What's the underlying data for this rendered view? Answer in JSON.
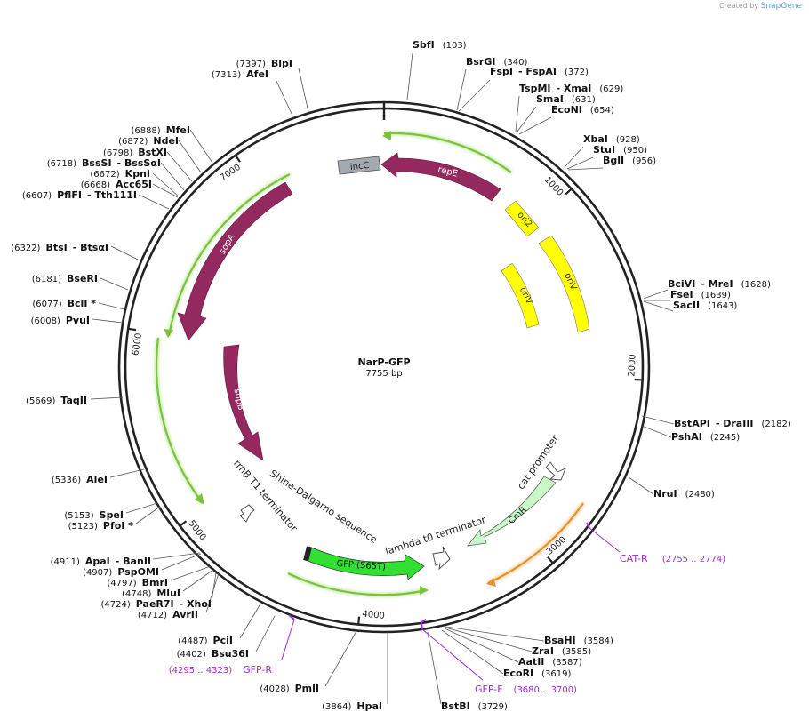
{
  "credit": {
    "prefix": "Created by",
    "brand": "SnapGene"
  },
  "plasmid": {
    "name": "NarP-GFP",
    "length_label": "7755 bp",
    "length_bp": 7755
  },
  "ticks": [
    {
      "label": "1000",
      "bp": 1000
    },
    {
      "label": "2000",
      "bp": 2000
    },
    {
      "label": "3000",
      "bp": 3000
    },
    {
      "label": "4000",
      "bp": 4000
    },
    {
      "label": "5000",
      "bp": 5000
    },
    {
      "label": "6000",
      "bp": 6000
    },
    {
      "label": "7000",
      "bp": 7000
    }
  ],
  "enzymes": [
    {
      "id": "sbfi",
      "parts": [
        {
          "t": "SbfI",
          "b": true
        },
        {
          "t": "(103)",
          "b": false
        }
      ]
    },
    {
      "id": "bsrgi",
      "parts": [
        {
          "t": "BsrGI",
          "b": true
        },
        {
          "t": "(340)",
          "b": false
        }
      ]
    },
    {
      "id": "fspi",
      "parts": [
        {
          "t": "FspI",
          "b": true
        },
        {
          "t": "- FspAI",
          "b": true
        },
        {
          "t": "(372)",
          "b": false
        }
      ]
    },
    {
      "id": "tspmi",
      "parts": [
        {
          "t": "TspMI",
          "b": true
        },
        {
          "t": "- XmaI",
          "b": true
        },
        {
          "t": "(629)",
          "b": false
        }
      ]
    },
    {
      "id": "smai",
      "parts": [
        {
          "t": "SmaI",
          "b": true
        },
        {
          "t": "(631)",
          "b": false
        }
      ]
    },
    {
      "id": "economi",
      "parts": [
        {
          "t": "EcoNI",
          "b": true
        },
        {
          "t": "(654)",
          "b": false
        }
      ]
    },
    {
      "id": "xbai",
      "parts": [
        {
          "t": "XbaI",
          "b": true
        },
        {
          "t": "(928)",
          "b": false
        }
      ]
    },
    {
      "id": "stui",
      "parts": [
        {
          "t": "StuI",
          "b": true
        },
        {
          "t": "(950)",
          "b": false
        }
      ]
    },
    {
      "id": "bgli",
      "parts": [
        {
          "t": "BglI",
          "b": true
        },
        {
          "t": "(956)",
          "b": false
        }
      ]
    },
    {
      "id": "bcivi",
      "parts": [
        {
          "t": "BciVI",
          "b": true
        },
        {
          "t": "- MreI",
          "b": true
        },
        {
          "t": "(1628)",
          "b": false
        }
      ]
    },
    {
      "id": "fsei",
      "parts": [
        {
          "t": "FseI",
          "b": true
        },
        {
          "t": "(1639)",
          "b": false
        }
      ]
    },
    {
      "id": "sacii",
      "parts": [
        {
          "t": "SacII",
          "b": true
        },
        {
          "t": "(1643)",
          "b": false
        }
      ]
    },
    {
      "id": "bstapi",
      "parts": [
        {
          "t": "BstAPI",
          "b": true
        },
        {
          "t": "- DraIII",
          "b": true
        },
        {
          "t": "(2182)",
          "b": false
        }
      ]
    },
    {
      "id": "pshai",
      "parts": [
        {
          "t": "PshAI",
          "b": true
        },
        {
          "t": "(2245)",
          "b": false
        }
      ]
    },
    {
      "id": "nrui",
      "parts": [
        {
          "t": "NruI",
          "b": true
        },
        {
          "t": "(2480)",
          "b": false
        }
      ]
    },
    {
      "id": "bsahi",
      "parts": [
        {
          "t": "BsaHI",
          "b": true
        },
        {
          "t": "(3584)",
          "b": false
        }
      ]
    },
    {
      "id": "zrai",
      "parts": [
        {
          "t": "ZraI",
          "b": true
        },
        {
          "t": "(3585)",
          "b": false
        }
      ]
    },
    {
      "id": "aatii",
      "parts": [
        {
          "t": "AatII",
          "b": true
        },
        {
          "t": "(3587)",
          "b": false
        }
      ]
    },
    {
      "id": "ecori",
      "parts": [
        {
          "t": "EcoRI",
          "b": true
        },
        {
          "t": "(3619)",
          "b": false
        }
      ]
    },
    {
      "id": "bstbi",
      "parts": [
        {
          "t": "BstBI",
          "b": true
        },
        {
          "t": "(3729)",
          "b": false
        }
      ]
    },
    {
      "id": "hpai",
      "parts": [
        {
          "t": "(3864)",
          "b": false
        },
        {
          "t": "HpaI",
          "b": true
        }
      ]
    },
    {
      "id": "pmli",
      "parts": [
        {
          "t": "(4028)",
          "b": false
        },
        {
          "t": "PmlI",
          "b": true
        }
      ]
    },
    {
      "id": "bsu36i",
      "parts": [
        {
          "t": "(4402)",
          "b": false
        },
        {
          "t": "Bsu36I",
          "b": true
        }
      ]
    },
    {
      "id": "pcii",
      "parts": [
        {
          "t": "(4487)",
          "b": false
        },
        {
          "t": "PciI",
          "b": true
        }
      ]
    },
    {
      "id": "avrii",
      "parts": [
        {
          "t": "(4712)",
          "b": false
        },
        {
          "t": "AvrII",
          "b": true
        }
      ]
    },
    {
      "id": "paer7i",
      "parts": [
        {
          "t": "(4724)",
          "b": false
        },
        {
          "t": "PaeR7I",
          "b": true
        },
        {
          "t": "- XhoI",
          "b": true
        }
      ]
    },
    {
      "id": "mlui",
      "parts": [
        {
          "t": "(4748)",
          "b": false
        },
        {
          "t": "MluI",
          "b": true
        }
      ]
    },
    {
      "id": "bmri",
      "parts": [
        {
          "t": "(4797)",
          "b": false
        },
        {
          "t": "BmrI",
          "b": true
        }
      ]
    },
    {
      "id": "pspomi",
      "parts": [
        {
          "t": "(4907)",
          "b": false
        },
        {
          "t": "PspOMI",
          "b": true
        }
      ]
    },
    {
      "id": "apai",
      "parts": [
        {
          "t": "(4911)",
          "b": false
        },
        {
          "t": "ApaI",
          "b": true
        },
        {
          "t": "- BanII",
          "b": true
        }
      ]
    },
    {
      "id": "pfoi",
      "parts": [
        {
          "t": "(5123)",
          "b": false
        },
        {
          "t": "PfoI *",
          "b": true
        }
      ]
    },
    {
      "id": "spei",
      "parts": [
        {
          "t": "(5153)",
          "b": false
        },
        {
          "t": "SpeI",
          "b": true
        }
      ]
    },
    {
      "id": "alei",
      "parts": [
        {
          "t": "(5336)",
          "b": false
        },
        {
          "t": "AleI",
          "b": true
        }
      ]
    },
    {
      "id": "taqii",
      "parts": [
        {
          "t": "(5669)",
          "b": false
        },
        {
          "t": "TaqII",
          "b": true
        }
      ]
    },
    {
      "id": "pvui",
      "parts": [
        {
          "t": "(6008)",
          "b": false
        },
        {
          "t": "PvuI",
          "b": true
        }
      ]
    },
    {
      "id": "bcli",
      "parts": [
        {
          "t": "(6077)",
          "b": false
        },
        {
          "t": "BclI *",
          "b": true
        }
      ]
    },
    {
      "id": "bseri",
      "parts": [
        {
          "t": "(6181)",
          "b": false
        },
        {
          "t": "BseRI",
          "b": true
        }
      ]
    },
    {
      "id": "btsi",
      "parts": [
        {
          "t": "(6322)",
          "b": false
        },
        {
          "t": "BtsI",
          "b": true
        },
        {
          "t": "- BtsαI",
          "b": true
        }
      ]
    },
    {
      "id": "pflfi",
      "parts": [
        {
          "t": "(6607)",
          "b": false
        },
        {
          "t": "PflFI",
          "b": true
        },
        {
          "t": "- Tth111I",
          "b": true
        }
      ]
    },
    {
      "id": "acc65i",
      "parts": [
        {
          "t": "(6668)",
          "b": false
        },
        {
          "t": "Acc65I",
          "b": true
        }
      ]
    },
    {
      "id": "kpni",
      "parts": [
        {
          "t": "(6672)",
          "b": false
        },
        {
          "t": "KpnI",
          "b": true
        }
      ]
    },
    {
      "id": "bsssi",
      "parts": [
        {
          "t": "(6718)",
          "b": false
        },
        {
          "t": "BssSI",
          "b": true
        },
        {
          "t": "- BssSαI",
          "b": true
        }
      ]
    },
    {
      "id": "bstxi",
      "parts": [
        {
          "t": "(6798)",
          "b": false
        },
        {
          "t": "BstXI",
          "b": true
        }
      ]
    },
    {
      "id": "ndei",
      "parts": [
        {
          "t": "(6872)",
          "b": false
        },
        {
          "t": "NdeI",
          "b": true
        }
      ]
    },
    {
      "id": "mfei",
      "parts": [
        {
          "t": "(6888)",
          "b": false
        },
        {
          "t": "MfeI",
          "b": true
        }
      ]
    },
    {
      "id": "afei",
      "parts": [
        {
          "t": "(7313)",
          "b": false
        },
        {
          "t": "AfeI",
          "b": true
        }
      ]
    },
    {
      "id": "blpi",
      "parts": [
        {
          "t": "(7397)",
          "b": false
        },
        {
          "t": "BlpI",
          "b": true
        }
      ]
    }
  ],
  "primers": [
    {
      "id": "cat-r",
      "label": "CAT-R",
      "range": "(2755 .. 2774)"
    },
    {
      "id": "gfp-f",
      "label": "GFP-F",
      "range": "(3680 .. 3700)"
    },
    {
      "id": "gfp-r",
      "label": "GFP-R",
      "range": "(4295 .. 4323)"
    }
  ],
  "features": [
    {
      "id": "incc",
      "label": "incC",
      "color": "#a3a9b1"
    },
    {
      "id": "repe",
      "label": "repE",
      "color": "#94295f"
    },
    {
      "id": "ori2",
      "label": "ori2",
      "color": "#ffff00"
    },
    {
      "id": "oriv-outer",
      "label": "oriV",
      "color": "#ffff00"
    },
    {
      "id": "oriv-inner",
      "label": "oriV",
      "color": "#ffff00"
    },
    {
      "id": "sopa",
      "label": "sopA",
      "color": "#94295f"
    },
    {
      "id": "sopb",
      "label": "sopB",
      "color": "#94295f"
    },
    {
      "id": "cat-promoter",
      "label": "cat promoter",
      "color": "#ffffff"
    },
    {
      "id": "cmr",
      "label": "CmR",
      "color": "#c8f8c8"
    },
    {
      "id": "lambda-t0",
      "label": "lambda t0 terminator",
      "color": "#ffffff"
    },
    {
      "id": "gfp",
      "label": "GFP (S65T)",
      "color": "#31e031"
    },
    {
      "id": "shine-dalgarno",
      "label": "Shine-Dalgarno sequence",
      "color": "#ffffff"
    },
    {
      "id": "rrnb-t1",
      "label": "rrnB T1 terminator",
      "color": "#ffffff"
    }
  ],
  "colors": {
    "backbone": "#222222",
    "orf_green": "#7ec23c",
    "orf_orange": "#e5922e",
    "primer": "#a12bd8",
    "primer_text": "#9a2cc9"
  }
}
